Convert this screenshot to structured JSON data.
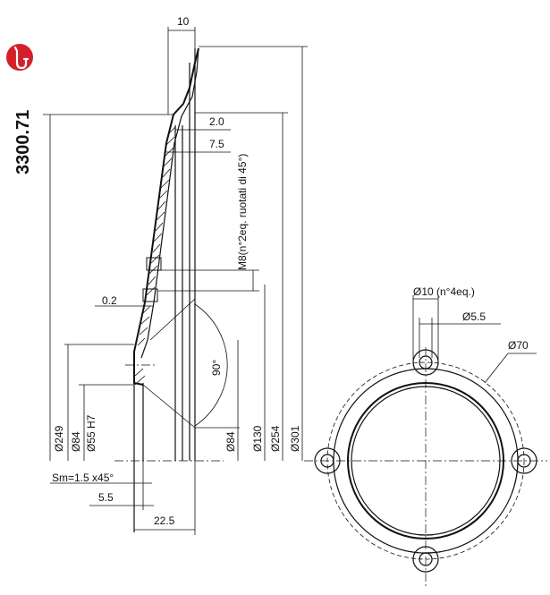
{
  "product_code": "3300.71",
  "logo": {
    "icon": "saxophone-icon",
    "color": "#d4202a"
  },
  "dimensions": {
    "top_width": "10",
    "step_2": "2.0",
    "step_75": "7.5",
    "thread_note": "M8(n°2eq. ruotati di 45°)",
    "gap": "0.2",
    "angle": "90°",
    "d249": "Ø249",
    "d84_left": "Ø84",
    "d55": "Ø55 H7",
    "d84_right": "Ø84",
    "d130": "Ø130",
    "d254": "Ø254",
    "d301": "Ø301",
    "chamfer": "Sm=1.5 x45°",
    "w55": "5.5",
    "w225": "22.5"
  },
  "plan_view": {
    "hole_pitch": "Ø10  (n°4eq.)",
    "hole_dia": "Ø5.5",
    "bolt_circle": "Ø70"
  }
}
